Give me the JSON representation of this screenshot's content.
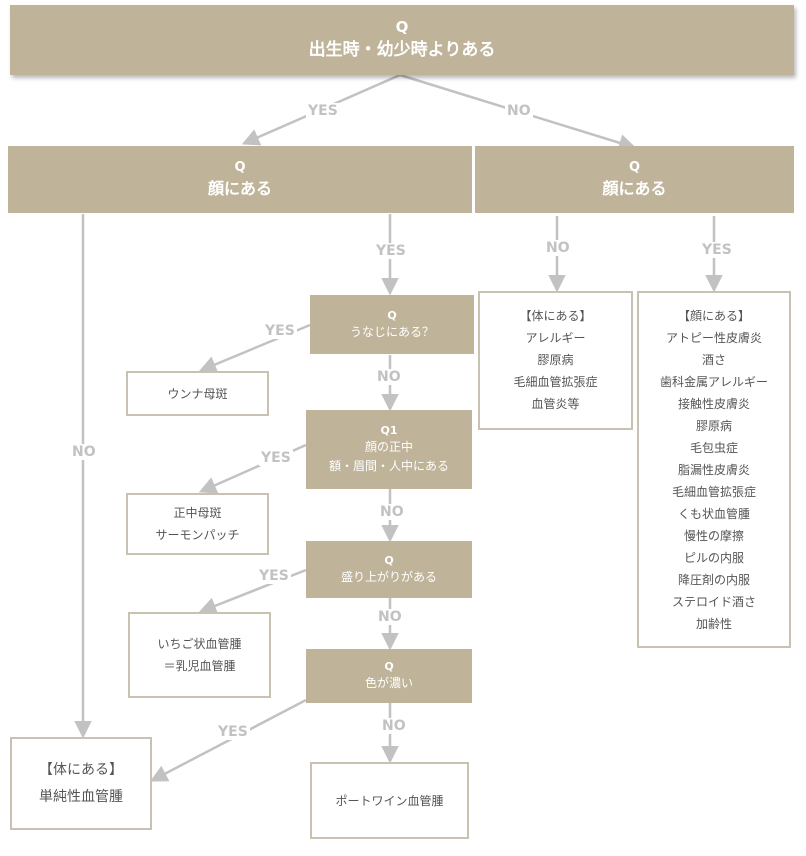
{
  "colors": {
    "question_fill": "#bfb39a",
    "answer_border": "#c9c2b3",
    "arrow": "#c2c2c2"
  },
  "top": {
    "label": "Q",
    "text": "出生時・幼少時よりある"
  },
  "left_q": {
    "label": "Q",
    "text": "顔にある"
  },
  "right_q": {
    "label": "Q",
    "text": "顔にある"
  },
  "nape_q": {
    "label": "Q",
    "text": "うなじにある？"
  },
  "center_q": {
    "label": "Q1",
    "lines": [
      "顔の正中",
      "額・眉間・人中にある"
    ]
  },
  "bump_q": {
    "label": "Q",
    "text": "盛り上がりがある"
  },
  "color_q": {
    "label": "Q",
    "text": "色が濃い"
  },
  "results": {
    "unna": [
      "ウンナ母斑"
    ],
    "salmon": [
      "正中母斑",
      "サーモンパッチ"
    ],
    "strawberry": [
      "いちご状血管腫",
      "＝乳児血管腫"
    ],
    "simple": [
      "【体にある】",
      "単純性血管腫"
    ],
    "portwine": [
      "ポートワイン血管腫"
    ],
    "body_list": [
      "【体にある】",
      "アレルギー",
      "膠原病",
      "毛細血管拡張症",
      "血管炎等"
    ],
    "face_list": [
      "【顔にある】",
      "アトピー性皮膚炎",
      "酒さ",
      "歯科金属アレルギー",
      "接触性皮膚炎",
      "膠原病",
      "毛包虫症",
      "脂漏性皮膚炎",
      "毛細血管拡張症",
      "くも状血管腫",
      "慢性の摩擦",
      "ピルの内服",
      "降圧剤の内服",
      "ステロイド酒さ",
      "加齢性"
    ]
  },
  "edge_labels": {
    "top_yes": "YES",
    "top_no": "NO",
    "left_no": "NO",
    "left_yes": "YES",
    "right_no": "NO",
    "right_yes": "YES",
    "nape_yes": "YES",
    "nape_no": "NO",
    "center_yes": "YES",
    "center_no": "NO",
    "bump_yes": "YES",
    "bump_no": "NO",
    "color_yes": "YES",
    "color_no": "NO"
  }
}
